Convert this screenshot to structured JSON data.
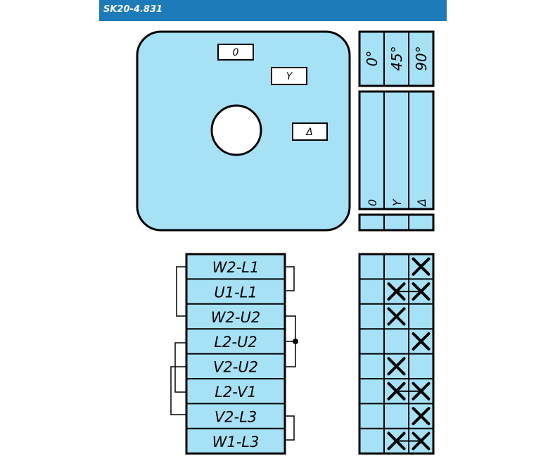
{
  "header": {
    "title": "SK20-4.831"
  },
  "colors": {
    "fill": "#a6e1f5",
    "stroke": "#000000",
    "header": "#1d7bb9"
  },
  "faceplate": {
    "positions": [
      "0",
      "Y",
      "Δ"
    ]
  },
  "angle_table": {
    "angles": [
      "0°",
      "45°",
      "90°"
    ],
    "positions": [
      "0",
      "Y",
      "Δ"
    ]
  },
  "contacts": {
    "rows": [
      {
        "label": "W2-L1",
        "marks": [
          false,
          false,
          true
        ]
      },
      {
        "label": "U1-L1",
        "marks": [
          false,
          true,
          true
        ]
      },
      {
        "label": "W2-U2",
        "marks": [
          false,
          true,
          false
        ]
      },
      {
        "label": "L2-U2",
        "marks": [
          false,
          false,
          true
        ]
      },
      {
        "label": "V2-U2",
        "marks": [
          false,
          true,
          false
        ]
      },
      {
        "label": "L2-V1",
        "marks": [
          false,
          true,
          true
        ]
      },
      {
        "label": "V2-L3",
        "marks": [
          false,
          false,
          true
        ]
      },
      {
        "label": "W1-L3",
        "marks": [
          false,
          true,
          true
        ]
      }
    ]
  }
}
